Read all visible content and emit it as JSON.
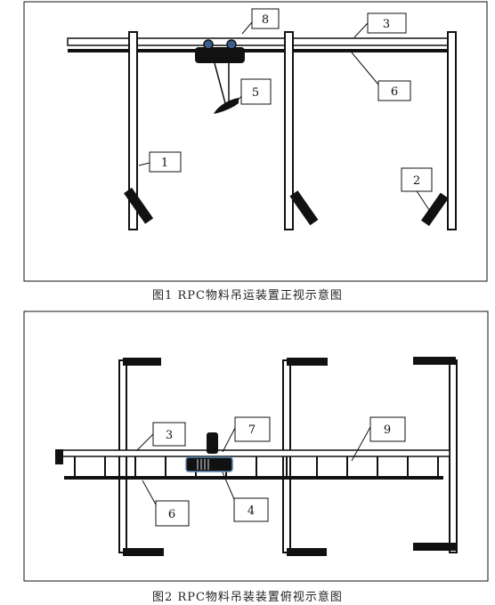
{
  "figure1": {
    "caption": "图1  RPC物料吊运装置正视示意图",
    "callouts": [
      "8",
      "3",
      "5",
      "6",
      "1",
      "2"
    ]
  },
  "figure2": {
    "caption": "图2  RPC物料吊装装置俯视示意图",
    "callouts": [
      "3",
      "7",
      "9",
      "6",
      "4"
    ]
  },
  "colors": {
    "line": "#111111",
    "wheel": "#3a5f8a",
    "trolley_accent": "#5b87b5"
  }
}
